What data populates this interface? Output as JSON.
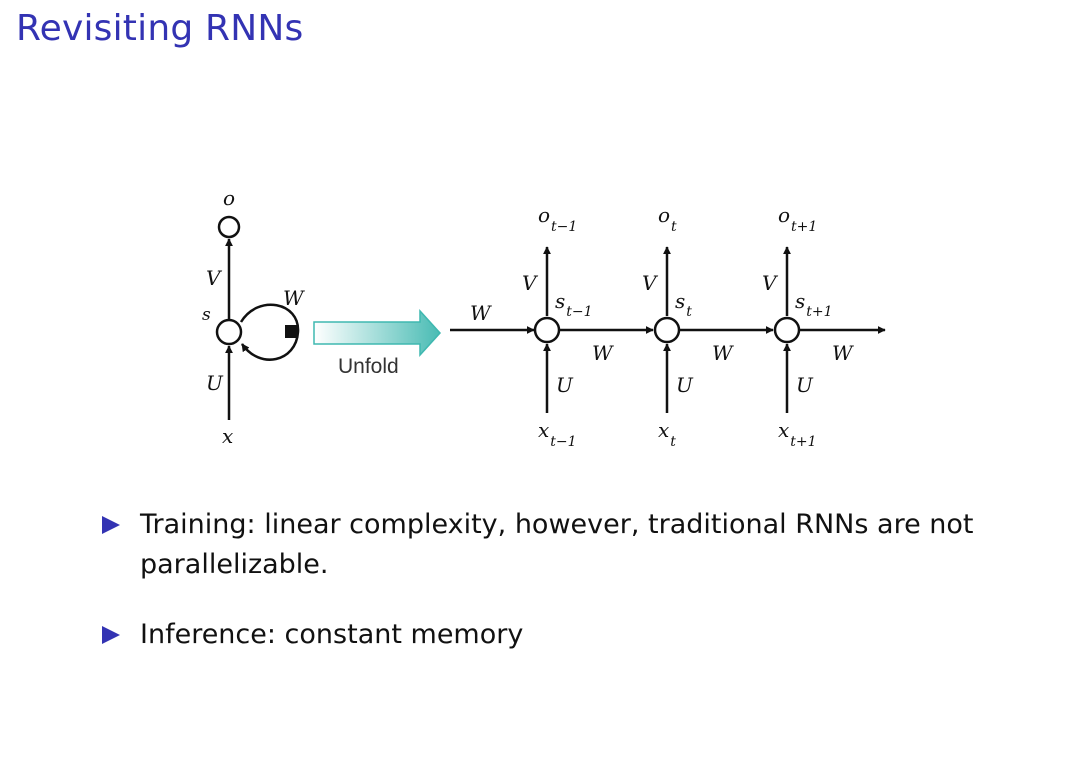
{
  "slide": {
    "title": "Revisiting RNNs"
  },
  "diagram": {
    "folded": {
      "output": "o",
      "state": "s",
      "input": "x",
      "recurrent_weight": "W",
      "output_weight": "V",
      "input_weight": "U"
    },
    "unfold_label": "Unfold",
    "unrolled": {
      "lead_weight": "W",
      "steps": [
        {
          "output": "o",
          "output_sub": "t−1",
          "state": "s",
          "state_sub": "t−1",
          "input": "x",
          "input_sub": "t−1",
          "output_weight": "V",
          "input_weight": "U",
          "next_weight": "W"
        },
        {
          "output": "o",
          "output_sub": "t",
          "state": "s",
          "state_sub": "t",
          "input": "x",
          "input_sub": "t",
          "output_weight": "V",
          "input_weight": "U",
          "next_weight": "W"
        },
        {
          "output": "o",
          "output_sub": "t+1",
          "state": "s",
          "state_sub": "t+1",
          "input": "x",
          "input_sub": "t+1",
          "output_weight": "V",
          "input_weight": "U",
          "next_weight": "W"
        }
      ]
    }
  },
  "bullets": [
    {
      "text": "Training: linear complexity, however, traditional RNNs are not parallelizable."
    },
    {
      "text": "Inference: constant memory"
    }
  ]
}
